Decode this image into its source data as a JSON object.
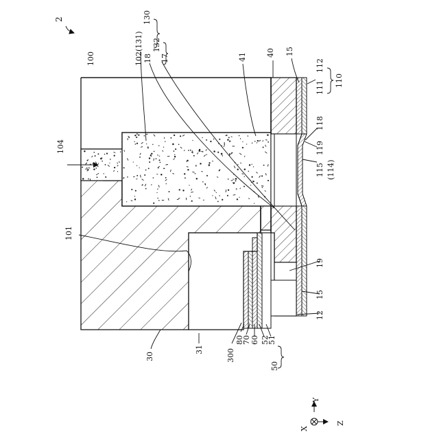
{
  "figure_number": "2",
  "labels": {
    "l100": "100",
    "l102": "102(131)",
    "l130": "130",
    "l132": "132",
    "l18": "18",
    "l17": "17",
    "l41": "41",
    "l40": "40",
    "l15_top": "15",
    "l111": "111",
    "l112": "112",
    "l110": "110",
    "l104": "104",
    "l118": "118",
    "l119": "119",
    "l115": "115",
    "l114": "(114)",
    "l101": "101",
    "l19": "19",
    "l15_bottom": "15",
    "l12": "12",
    "l30": "30",
    "l31": "31",
    "l300": "300",
    "l80": "80",
    "l70": "70",
    "l60": "60",
    "l52": "52",
    "l51": "51",
    "l50": "50"
  },
  "axes": {
    "y": "Y",
    "x": "X",
    "z": "Z"
  }
}
